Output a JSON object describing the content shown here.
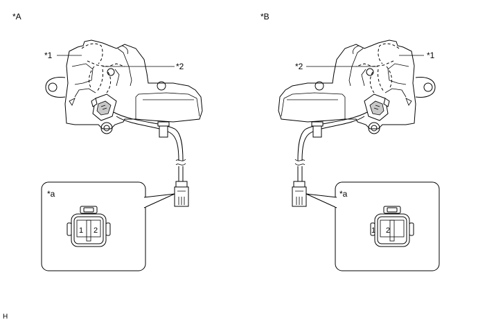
{
  "views": [
    {
      "view_label": "*A",
      "callout_1": "*1",
      "callout_2": "*2",
      "connector_label": "*a",
      "pins": [
        "1",
        "2"
      ]
    },
    {
      "view_label": "*B",
      "callout_1": "*1",
      "callout_2": "*2",
      "connector_label": "*a",
      "pins": [
        "1",
        "2"
      ]
    }
  ],
  "footer_code": "H"
}
